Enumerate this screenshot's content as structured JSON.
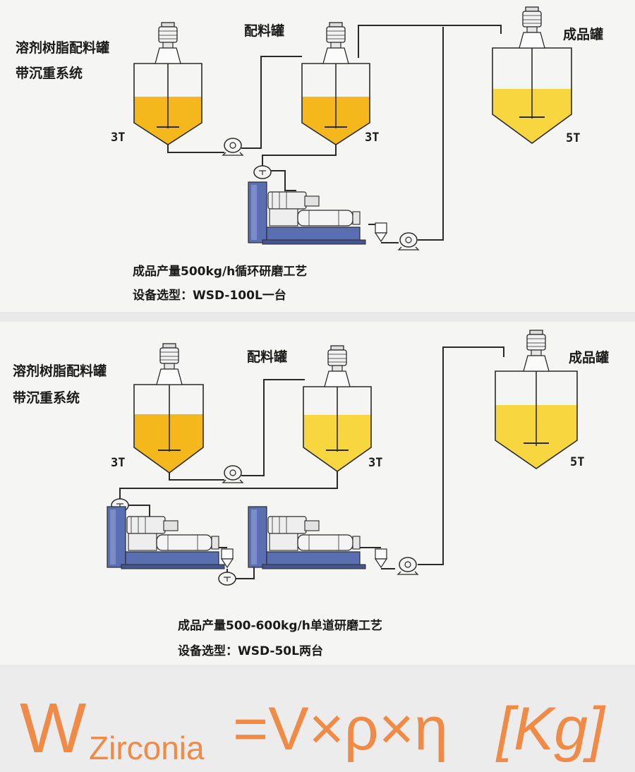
{
  "top": {
    "solvent_tank_label_line1": "溶剂树脂配料罐",
    "solvent_tank_label_line2": "带沉重系统",
    "batch_tank_label": "配料罐",
    "product_tank_label": "成品罐",
    "tank1_capacity": "3T",
    "tank2_capacity": "3T",
    "tank3_capacity": "5T",
    "caption_line1": "成品产量500kg/h循环研磨工艺",
    "caption_line2": "设备选型：WSD-100L一台"
  },
  "bottom": {
    "solvent_tank_label_line1": "溶剂树脂配料罐",
    "solvent_tank_label_line2": "带沉重系统",
    "batch_tank_label": "配料罐",
    "product_tank_label": "成品罐",
    "tank1_capacity": "3T",
    "tank2_capacity": "3T",
    "tank3_capacity": "5T",
    "caption_line1": "成品产量500-600kg/h单道研磨工艺",
    "caption_line2": "设备选型：WSD-50L两台"
  },
  "formula": {
    "main_symbol": "W",
    "subscript": "Zirconia",
    "expression": "=V×ρ×η",
    "unit": "[Kg]"
  },
  "colors": {
    "fill_amber": "#f5b81c",
    "fill_yellow": "#f8d640",
    "mill_blue": "#5a6fb2",
    "formula_orange": "#ef8b47",
    "line": "#2a2a2a"
  }
}
